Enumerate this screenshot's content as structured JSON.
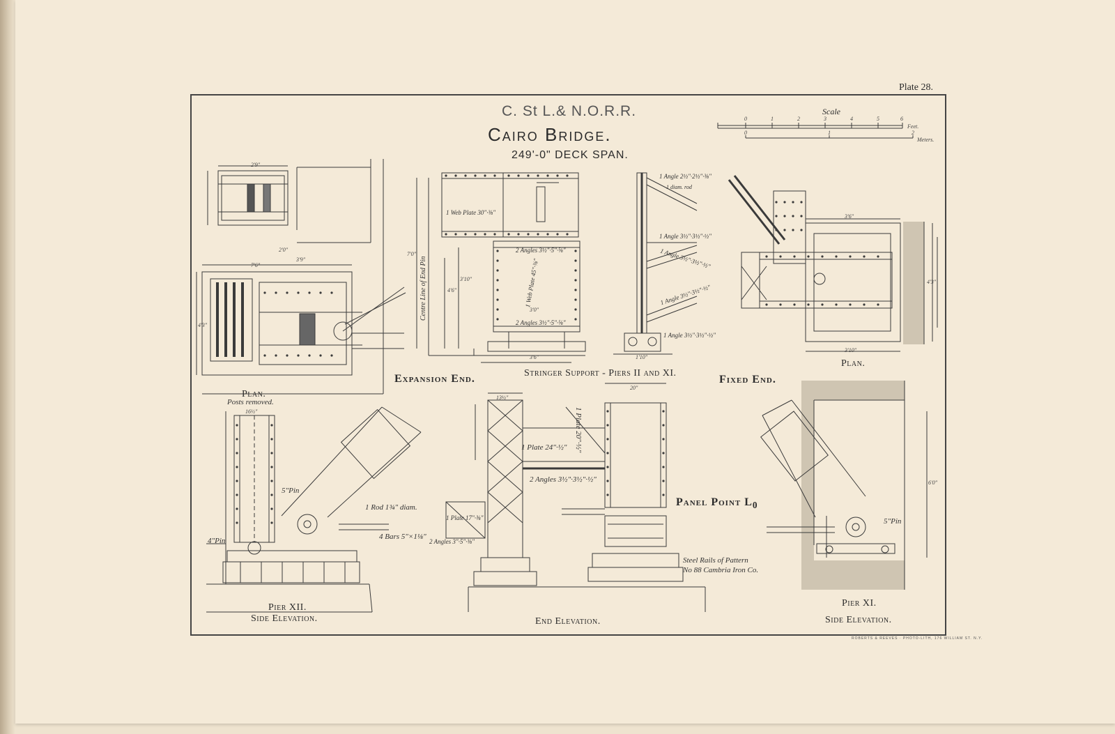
{
  "plate": "Plate 28.",
  "header": {
    "railroad": "C. St L.& N.O.R.R.",
    "title": "Cairo Bridge.",
    "span": "249'-0\" DECK SPAN."
  },
  "scale": {
    "label": "Scale",
    "feet_ticks": [
      "0",
      "1",
      "2",
      "3",
      "4",
      "5",
      "6"
    ],
    "feet_unit": "Feet.",
    "meter_ticks": [
      "0",
      "1",
      "2"
    ],
    "meter_unit": "Meters."
  },
  "sections": {
    "expansion_end": "Expansion End.",
    "stringer_support": "Stringer Support - Piers II and XI.",
    "fixed_end": "Fixed End.",
    "plan_left": "Plan.",
    "posts_removed": "Posts removed.",
    "plan_right": "Plan.",
    "pier_xii": "Pier XII.",
    "side_elevation_left": "Side Elevation.",
    "end_elevation": "End Elevation.",
    "panel_point": "Panel Point L",
    "panel_point_sub": "0",
    "pier_xi": "Pier XI.",
    "side_elevation_right": "Side Elevation."
  },
  "notes": {
    "rails": "Steel Rails of Pattern",
    "rails2": "No 88 Cambria Iron Co.",
    "rod": "1 Rod 1¾\" diam.",
    "bars": "4 Bars 5\"×1⅛\"",
    "pin5_left": "5\"Pin",
    "pin4": "4\"Pin",
    "pin5_right": "5\"Pin",
    "angles_a": "2 Angles 3½\"·3½\"·½\"",
    "plate_a": "1 Plate 24\"·½\"",
    "plate_b": "1 Plate 20\"·½\"",
    "angle_c": "1 Angle 3½\"·3½\"·½\"",
    "angle_d": "1 Angle 3½\"·3½\"·½\"",
    "angle_e": "1 Angle 3½\"·3½\"·½\"",
    "angle_f": "1 Angle 3½\"·3½\"·½\"",
    "angle_g": "1 Angle 2½\"·2½\"·⅜\"",
    "diam_rod": "1 diam. rod",
    "centre_line": "Centre Line of End Pin",
    "angles_top": "2 Angles 3½\"·5\"·⅝\"",
    "angles_bot": "2 Angles 3½\"·5\"·⅝\"",
    "web_plate": "1 Web Plate 30\"·⅜\"",
    "web_plate2": "1 Web Plate 45\"·⅜\"",
    "angles_small": "2 Angles 3\"·5\"·⅜\"",
    "plate_small": "1 Plate 17\"·⅜\""
  },
  "dims": {
    "d_2_9": "2'9\"",
    "d_2_0": "2'0\"",
    "d_3_9": "3'9\"",
    "d_7_6": "7'6\"",
    "d_4_3": "4'3\"",
    "d_7_0": "7'0\"",
    "d_4_6": "4'6\"",
    "d_3_10": "3'10\"",
    "d_3_0": "3'0\"",
    "d_3_6": "3'6\"",
    "d_1_10": "1'10\"",
    "d_3_6b": "3'6\"",
    "d_3_10b": "3'10\"",
    "d_4_3b": "4'3\"",
    "d_20": "20\"",
    "d_13": "13½\"",
    "d_16": "16½\"",
    "d_6_0": "6'0\""
  },
  "credit": "ROBERTS & REEVES · PHOTO-LITH, 176 WILLIAM ST. N.Y."
}
